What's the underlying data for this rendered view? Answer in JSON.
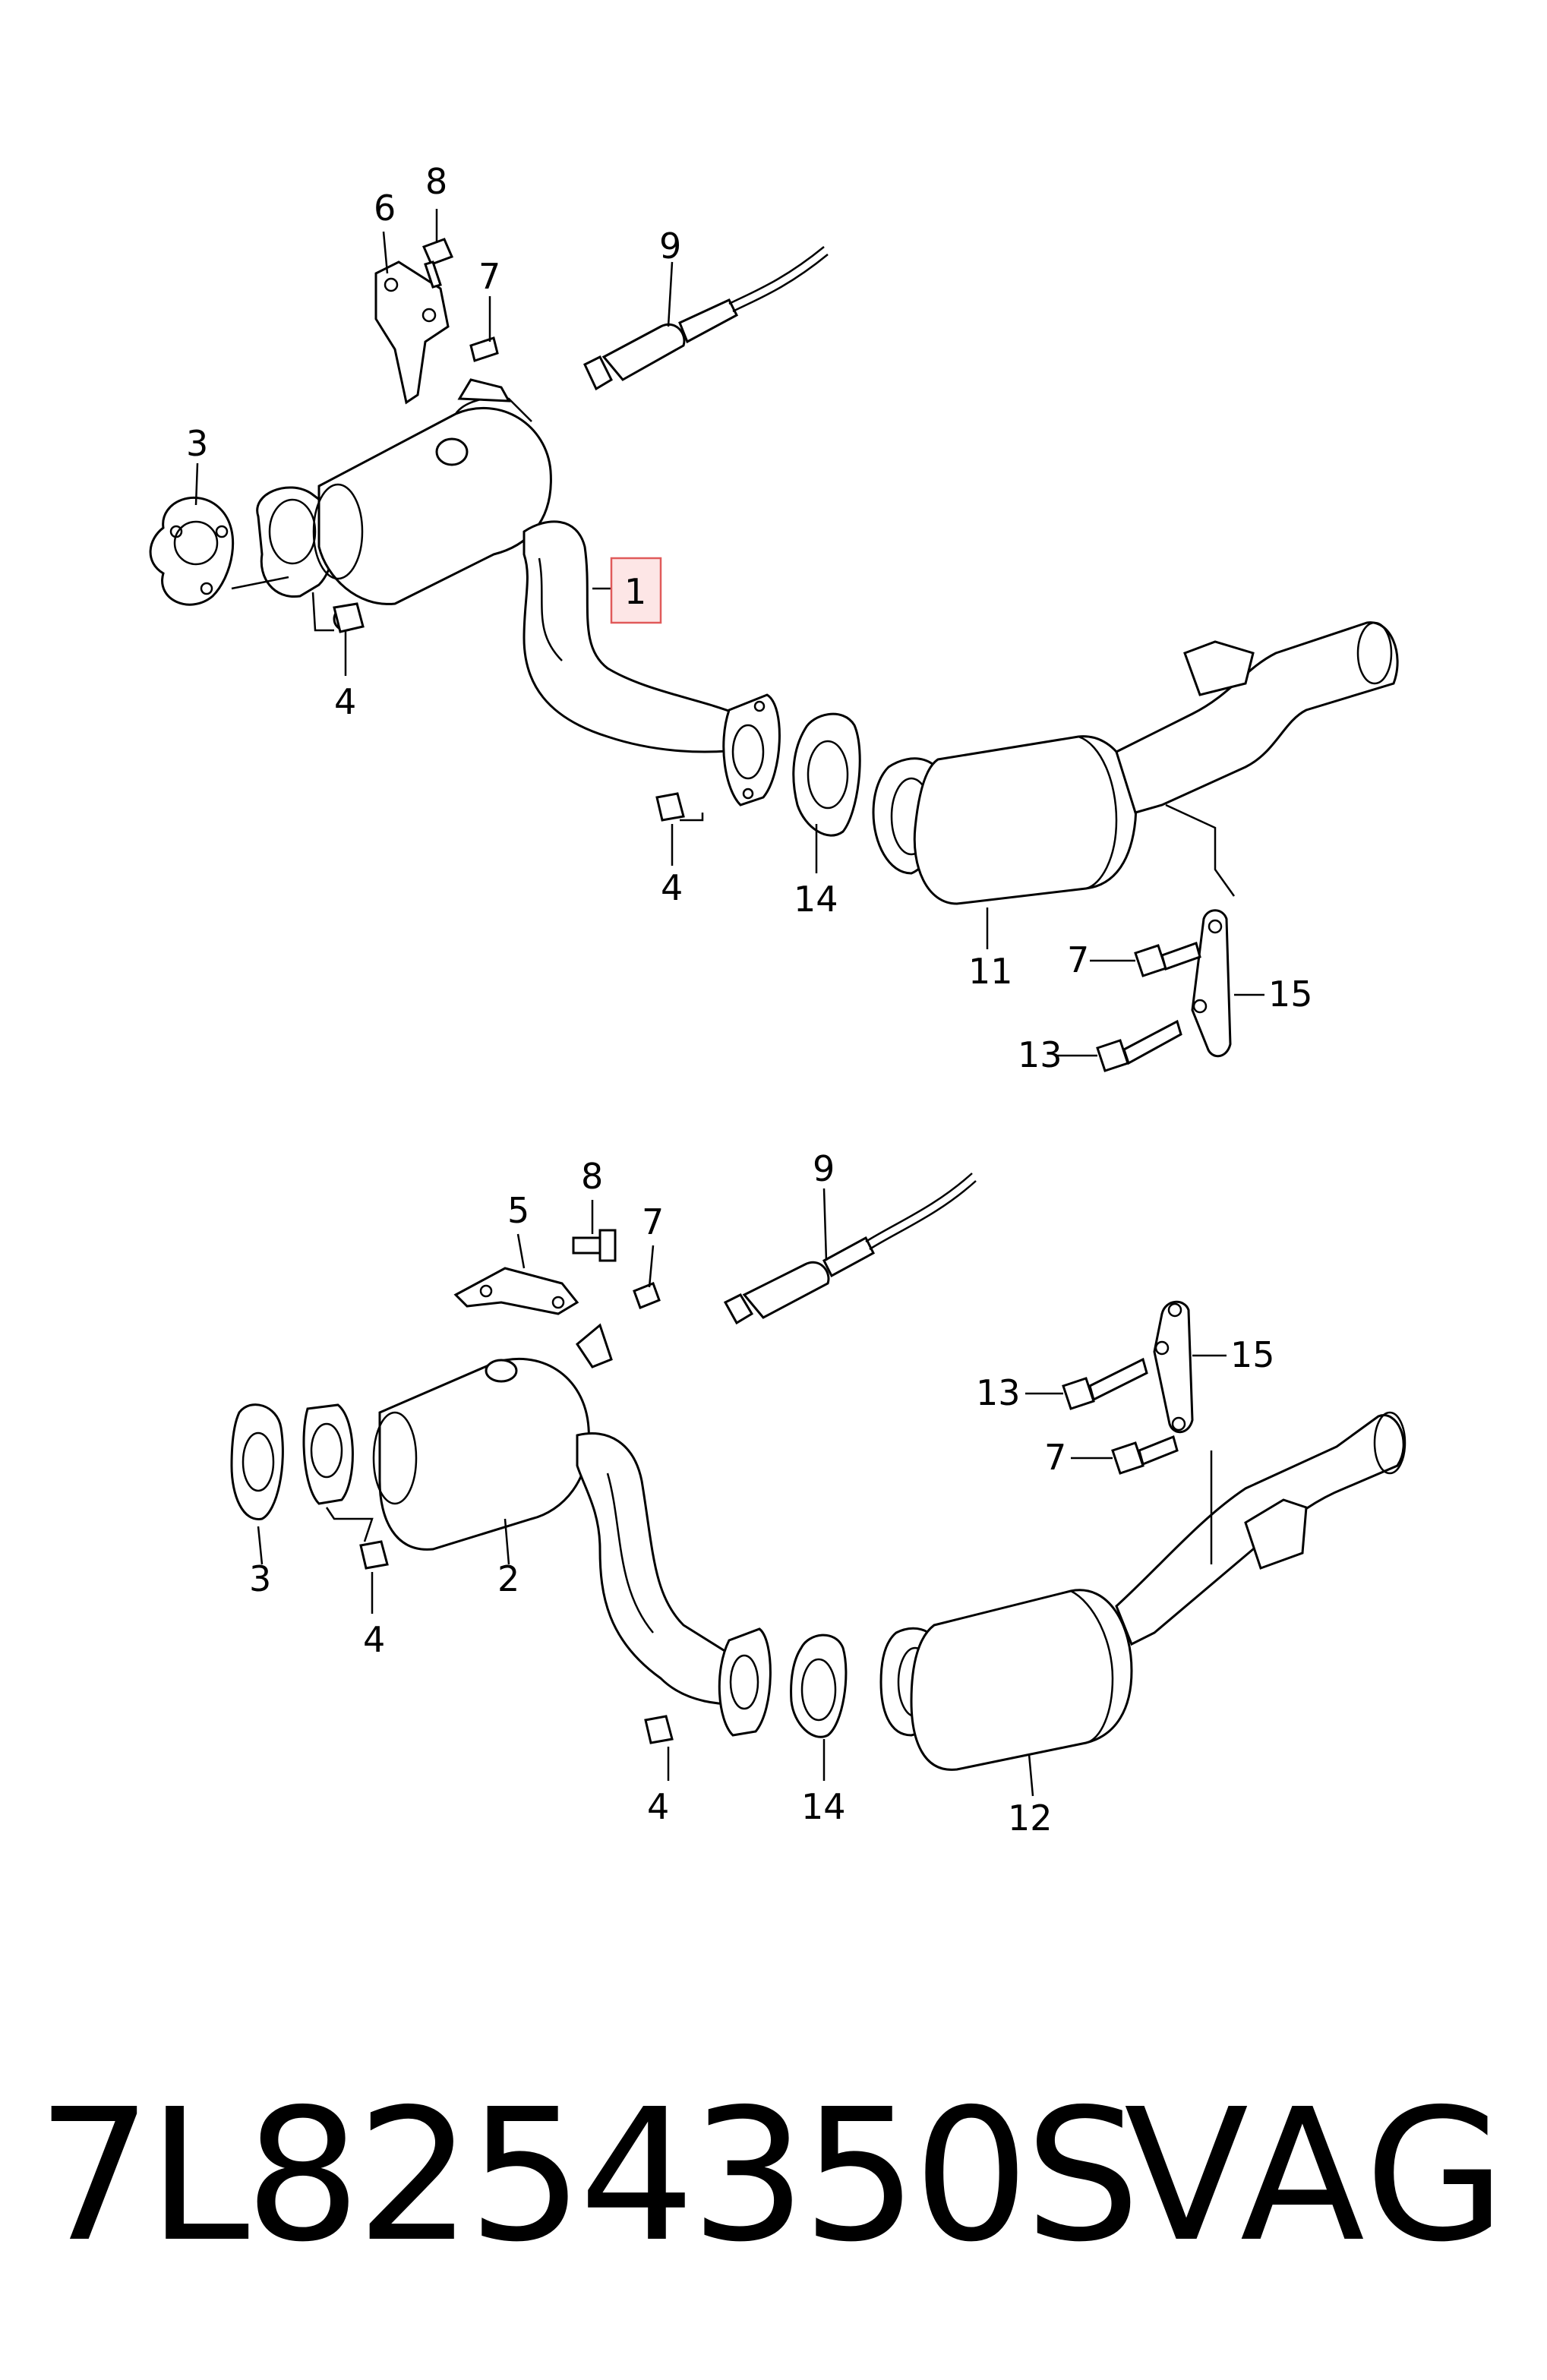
{
  "callouts_top": {
    "c1": "1",
    "c3": "3",
    "c4a": "4",
    "c4b": "4",
    "c6": "6",
    "c7a": "7",
    "c7b": "7",
    "c8": "8",
    "c9": "9",
    "c11": "11",
    "c13": "13",
    "c14": "14",
    "c15": "15"
  },
  "callouts_bottom": {
    "c2": "2",
    "c3": "3",
    "c4a": "4",
    "c4b": "4",
    "c5": "5",
    "c7a": "7",
    "c7b": "7",
    "c8": "8",
    "c9": "9",
    "c12": "12",
    "c13": "13",
    "c14": "14",
    "c15": "15"
  },
  "footer": {
    "part_number": "7L8254350S",
    "brand": "VAG"
  },
  "colors": {
    "line": "#000000",
    "highlight_fill": "#fde6e6",
    "highlight_stroke": "#e05a5a"
  }
}
